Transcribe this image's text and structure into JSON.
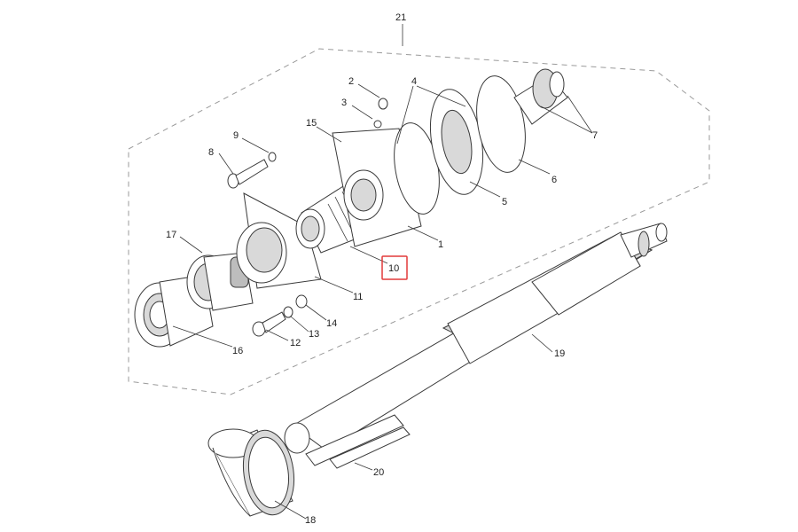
{
  "diagram": {
    "callouts": {
      "c1": "1",
      "c2": "2",
      "c3": "3",
      "c4": "4",
      "c5": "5",
      "c6": "6",
      "c7": "7",
      "c8": "8",
      "c9": "9",
      "c10": "10",
      "c11": "11",
      "c12": "12",
      "c13": "13",
      "c14": "14",
      "c15": "15",
      "c16": "16",
      "c17": "17",
      "c18": "18",
      "c19": "19",
      "c20": "20",
      "c21": "21"
    },
    "highlighted_callout": "10",
    "colors": {
      "line": "#3a3a3a",
      "shade": "#d9d9d9",
      "dashed_outline": "#9a9a9a",
      "highlight": "#e23a3a"
    }
  }
}
